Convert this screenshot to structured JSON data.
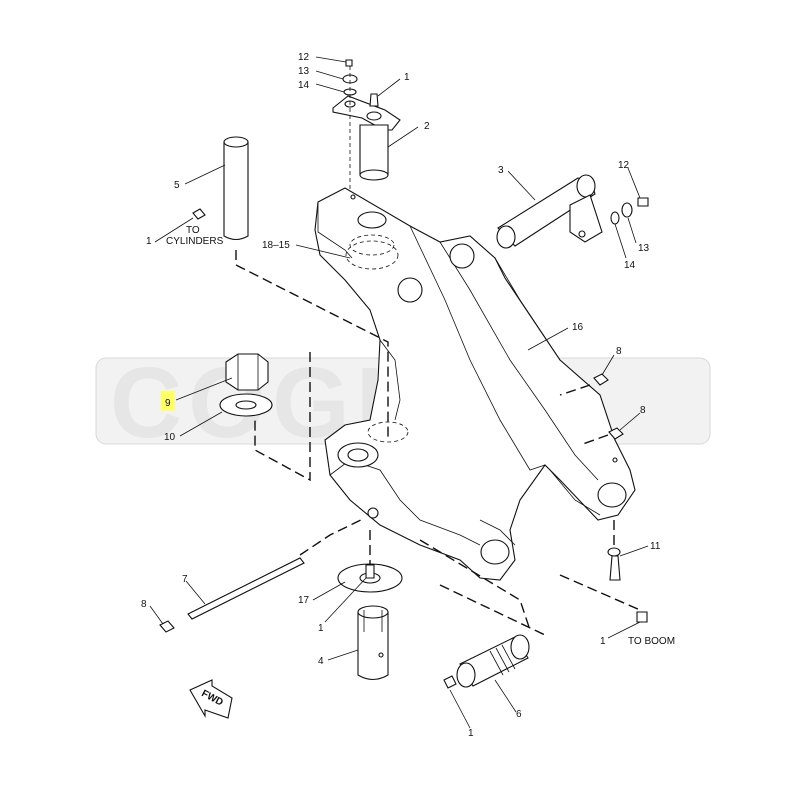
{
  "callouts": [
    {
      "id": "c1a",
      "text": "1"
    },
    {
      "id": "c1b",
      "text": "1"
    },
    {
      "id": "c1c",
      "text": "1"
    },
    {
      "id": "c1d",
      "text": "1"
    },
    {
      "id": "c1e",
      "text": "1"
    },
    {
      "id": "c2",
      "text": "2"
    },
    {
      "id": "c3",
      "text": "3"
    },
    {
      "id": "c4",
      "text": "4"
    },
    {
      "id": "c5",
      "text": "5"
    },
    {
      "id": "c6",
      "text": "6"
    },
    {
      "id": "c7",
      "text": "7"
    },
    {
      "id": "c8a",
      "text": "8"
    },
    {
      "id": "c8b",
      "text": "8"
    },
    {
      "id": "c8c",
      "text": "8"
    },
    {
      "id": "c9",
      "text": "9"
    },
    {
      "id": "c10",
      "text": "10"
    },
    {
      "id": "c11",
      "text": "11"
    },
    {
      "id": "c12a",
      "text": "12"
    },
    {
      "id": "c12b",
      "text": "12"
    },
    {
      "id": "c13a",
      "text": "13"
    },
    {
      "id": "c13b",
      "text": "13"
    },
    {
      "id": "c14a",
      "text": "14"
    },
    {
      "id": "c14b",
      "text": "14"
    },
    {
      "id": "c16",
      "text": "16"
    },
    {
      "id": "c17",
      "text": "17"
    },
    {
      "id": "c1815",
      "text": "18–15"
    }
  ],
  "annotations": {
    "to_cylinders_line1": "TO",
    "to_cylinders_line2": "CYLINDERS",
    "to_boom": "TO BOOM",
    "fwd": "FWD"
  },
  "highlight": {
    "callout": "9",
    "color": "#ffff66"
  },
  "watermark": {
    "text": "COGITO"
  }
}
